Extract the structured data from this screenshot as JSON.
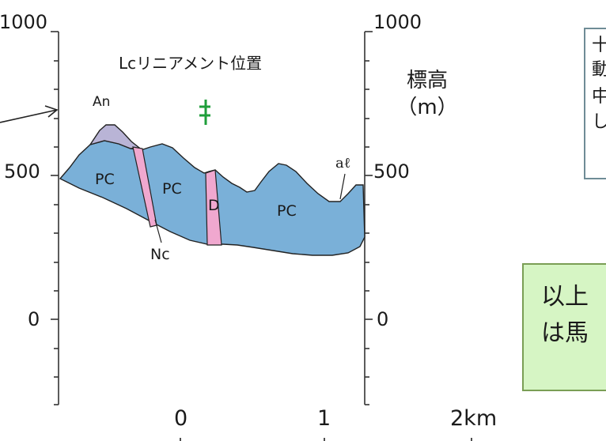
{
  "diagram": {
    "left_axis_ticks": [
      "1000",
      "500",
      "0"
    ],
    "right_axis_ticks": [
      "1000",
      "500",
      "0"
    ],
    "right_axis_title": [
      "標高",
      "（m）"
    ],
    "lineament_label": "Lcリニアメント位置",
    "unit_labels": {
      "an": "An",
      "pc1": "PC",
      "pc2": "PC",
      "pc3": "PC",
      "d": "D",
      "nc": "Nc",
      "al": "aℓ"
    },
    "distance_labels": [
      "0",
      "1",
      "2km"
    ],
    "colors": {
      "pc": "#7ab0d8",
      "an": "#b9b4d6",
      "dike": "#f0a8cf",
      "lineament": "#1e9e3a",
      "note_border": "#6f8c96",
      "conclusion_bg": "#d6f5c4"
    }
  },
  "note_box": {
    "lines": [
      "十",
      "動",
      "中",
      "し"
    ]
  },
  "conclusion_box": {
    "lines": [
      "以上",
      "は馬"
    ]
  }
}
